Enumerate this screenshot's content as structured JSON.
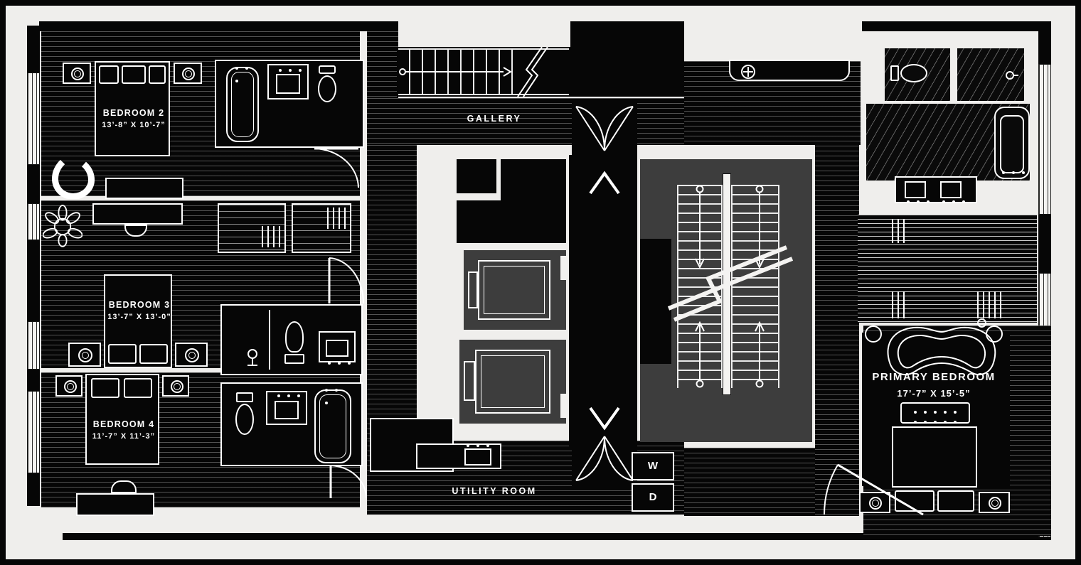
{
  "floorplan": {
    "rooms": {
      "bedroom2": {
        "name": "BEDROOM 2",
        "dims": "13’-8” X 10’-7”"
      },
      "bedroom3": {
        "name": "BEDROOM 3",
        "dims": "13’-7” X 13’-0”"
      },
      "bedroom4": {
        "name": "BEDROOM 4",
        "dims": "11’-7” X 11’-3”"
      },
      "primary_bedroom": {
        "name": "PRIMARY BEDROOM",
        "dims": "17’-7” X 15’-5”"
      },
      "gallery": {
        "name": "GALLERY"
      },
      "utility": {
        "name": "UTILITY ROOM"
      }
    },
    "appliances": {
      "washer": "W",
      "dryer": "D"
    },
    "colors": {
      "page_bg": "#efeeec",
      "floor_black": "#060606",
      "core_gray": "#3d3d3d",
      "line_white": "#ffffff",
      "frame_black": "#000000"
    }
  }
}
